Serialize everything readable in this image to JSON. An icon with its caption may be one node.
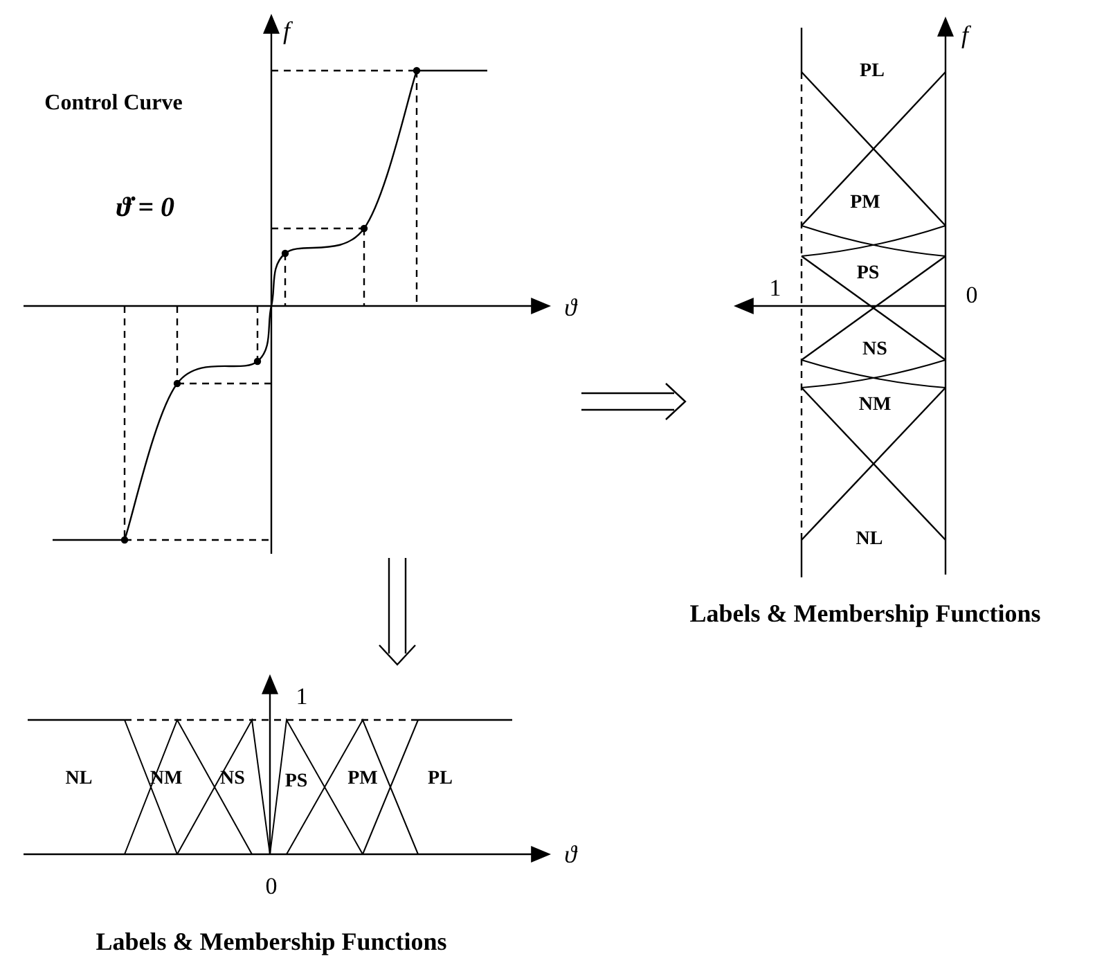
{
  "diagram": {
    "nodes": [
      {
        "text": [
          "Control Curve",
          "ϑ̇ = 0"
        ]
      },
      {
        "text": [
          "PL",
          "PM",
          "PS",
          "NS",
          "NM",
          "NL"
        ],
        "beside": [
          "Labels & Membership Functions"
        ]
      },
      {
        "text": [
          "NL",
          "NM",
          "NS",
          "PS",
          "PM",
          "PL"
        ],
        "beside": [
          "Labels & Membership Functions"
        ]
      }
    ],
    "edges": [
      {
        "from": 0,
        "to": 1,
        "arrow": "to"
      },
      {
        "from": 0,
        "to": 2,
        "arrow": "to"
      }
    ],
    "labels": [
      "f",
      "ϑ",
      "f",
      "1",
      "0",
      "1",
      "0",
      "ϑ"
    ]
  }
}
